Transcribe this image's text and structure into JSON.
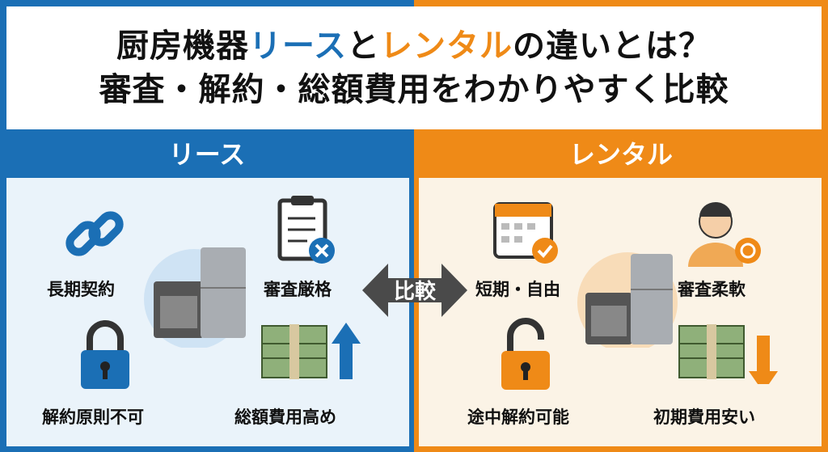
{
  "title": {
    "line1_a": "厨房機器",
    "line1_lease": "リース",
    "line1_to": "と",
    "line1_rental": "レンタル",
    "line1_b": "の違いとは？",
    "line2": "審査・解約・総額費用をわかりやすく比較"
  },
  "lease": {
    "header": "リース",
    "items": [
      "長期契約",
      "審査厳格",
      "解約原則不可",
      "総額費用高め"
    ]
  },
  "rental": {
    "header": "レンタル",
    "items": [
      "短期・自由",
      "審査柔軟",
      "途中解約可能",
      "初期費用安い"
    ]
  },
  "compare": "比較",
  "colors": {
    "lease": "#1b6fb5",
    "rental": "#ef8a17"
  }
}
